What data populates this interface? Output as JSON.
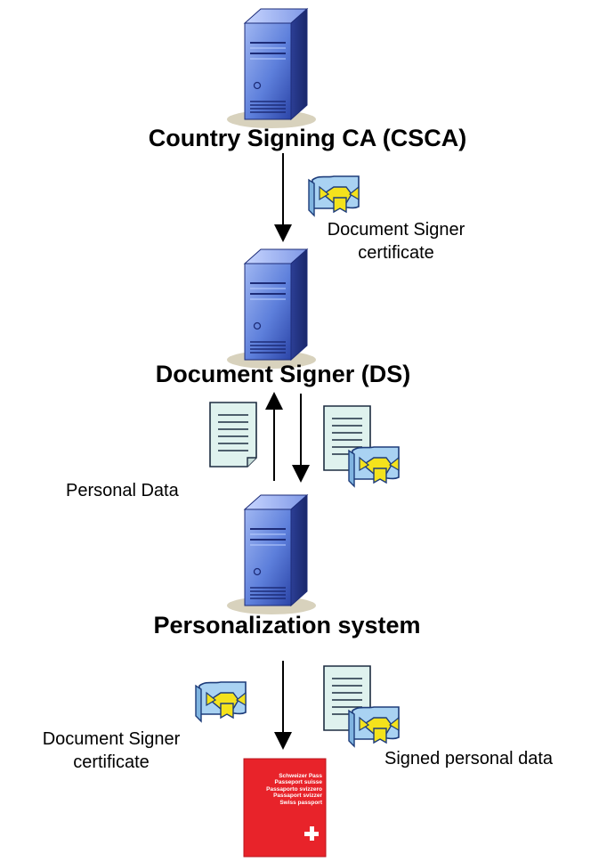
{
  "nodes": {
    "csca": {
      "title": "Country Signing CA (CSCA)"
    },
    "ds": {
      "title": "Document Signer (DS)"
    },
    "personalization": {
      "title": "Personalization system"
    }
  },
  "labels": {
    "ds_cert_top": {
      "line1": "Document Signer",
      "line2": "certificate"
    },
    "personal_data": "Personal Data",
    "ds_cert_bottom": {
      "line1": "Document Signer",
      "line2": "certificate"
    },
    "signed_personal_data": "Signed personal data"
  },
  "passport": {
    "lines": [
      "Schweizer Pass",
      "Passeport suisse",
      "Passaporto svizzero",
      "Passaport svizzer",
      "Swiss passport"
    ],
    "cover_color": "#e8232a"
  },
  "icons": {
    "server": "server-icon",
    "certificate": "certificate-icon",
    "document": "document-icon",
    "passport": "passport-icon"
  },
  "colors": {
    "server_face": "#6f8fe0",
    "server_dark": "#2a3f9a",
    "doc_fill": "#dff2ee",
    "cert_paper": "#a9d2f2",
    "seal": "#f4e21c"
  }
}
